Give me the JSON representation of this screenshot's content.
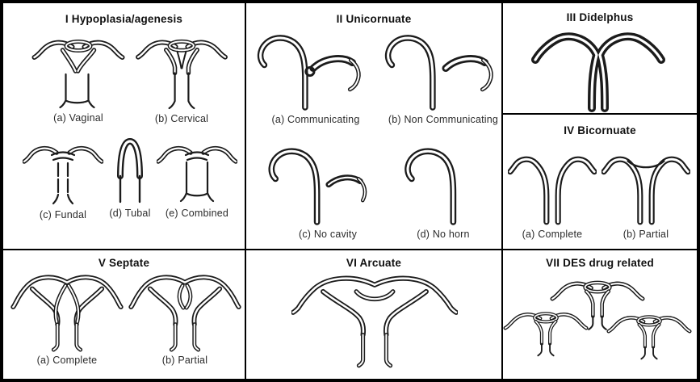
{
  "figure": {
    "background": "#ffffff",
    "ink_color": "#1b1b1b",
    "border_color": "#000000",
    "panels": [
      {
        "numeral": "I",
        "title": "I Hypoplasia/agenesis",
        "items": [
          {
            "label": "(a) Vaginal"
          },
          {
            "label": "(b) Cervical"
          },
          {
            "label": "(c) Fundal"
          },
          {
            "label": "(d) Tubal"
          },
          {
            "label": "(e) Combined"
          }
        ]
      },
      {
        "numeral": "II",
        "title": "II Unicornuate",
        "items": [
          {
            "label": "(a) Communicating"
          },
          {
            "label": "(b) Non Communicating"
          },
          {
            "label": "(c) No cavity"
          },
          {
            "label": "(d) No horn"
          }
        ]
      },
      {
        "numeral": "III",
        "title": "III Didelphus",
        "items": []
      },
      {
        "numeral": "IV",
        "title": "IV Bicornuate",
        "items": [
          {
            "label": "(a) Complete"
          },
          {
            "label": "(b) Partial"
          }
        ]
      },
      {
        "numeral": "V",
        "title": "V Septate",
        "items": [
          {
            "label": "(a) Complete"
          },
          {
            "label": "(b) Partial"
          }
        ]
      },
      {
        "numeral": "VI",
        "title": "VI Arcuate",
        "items": []
      },
      {
        "numeral": "VII",
        "title": "VII DES drug related",
        "items": []
      }
    ]
  }
}
